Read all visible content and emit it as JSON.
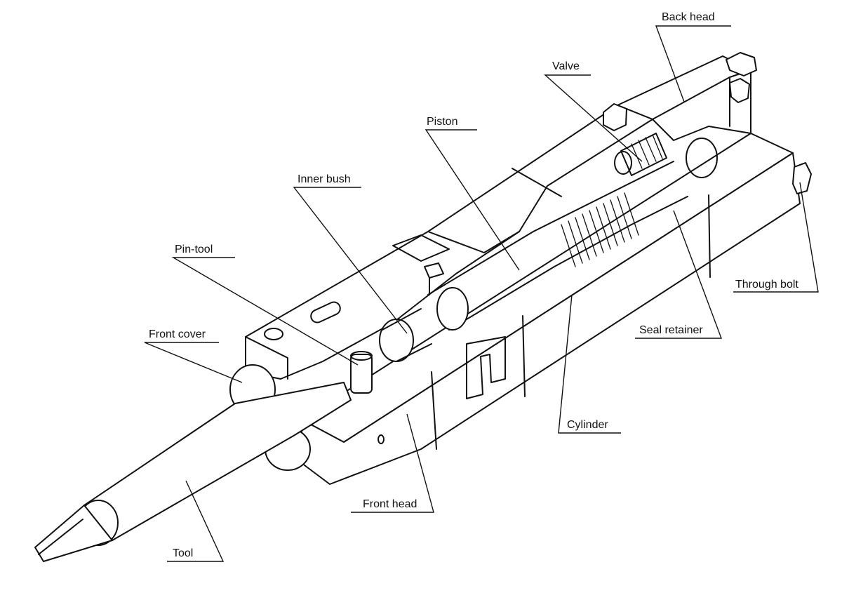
{
  "labels": {
    "back_head": "Back head",
    "valve": "Valve",
    "piston": "Piston",
    "inner_bush": "Inner bush",
    "pin_tool": "Pin-tool",
    "front_cover": "Front cover",
    "through_bolt": "Through bolt",
    "seal_retainer": "Seal retainer",
    "cylinder": "Cylinder",
    "front_head": "Front head",
    "tool": "Tool"
  },
  "colors": {
    "line": "#111111",
    "background": "#ffffff"
  }
}
